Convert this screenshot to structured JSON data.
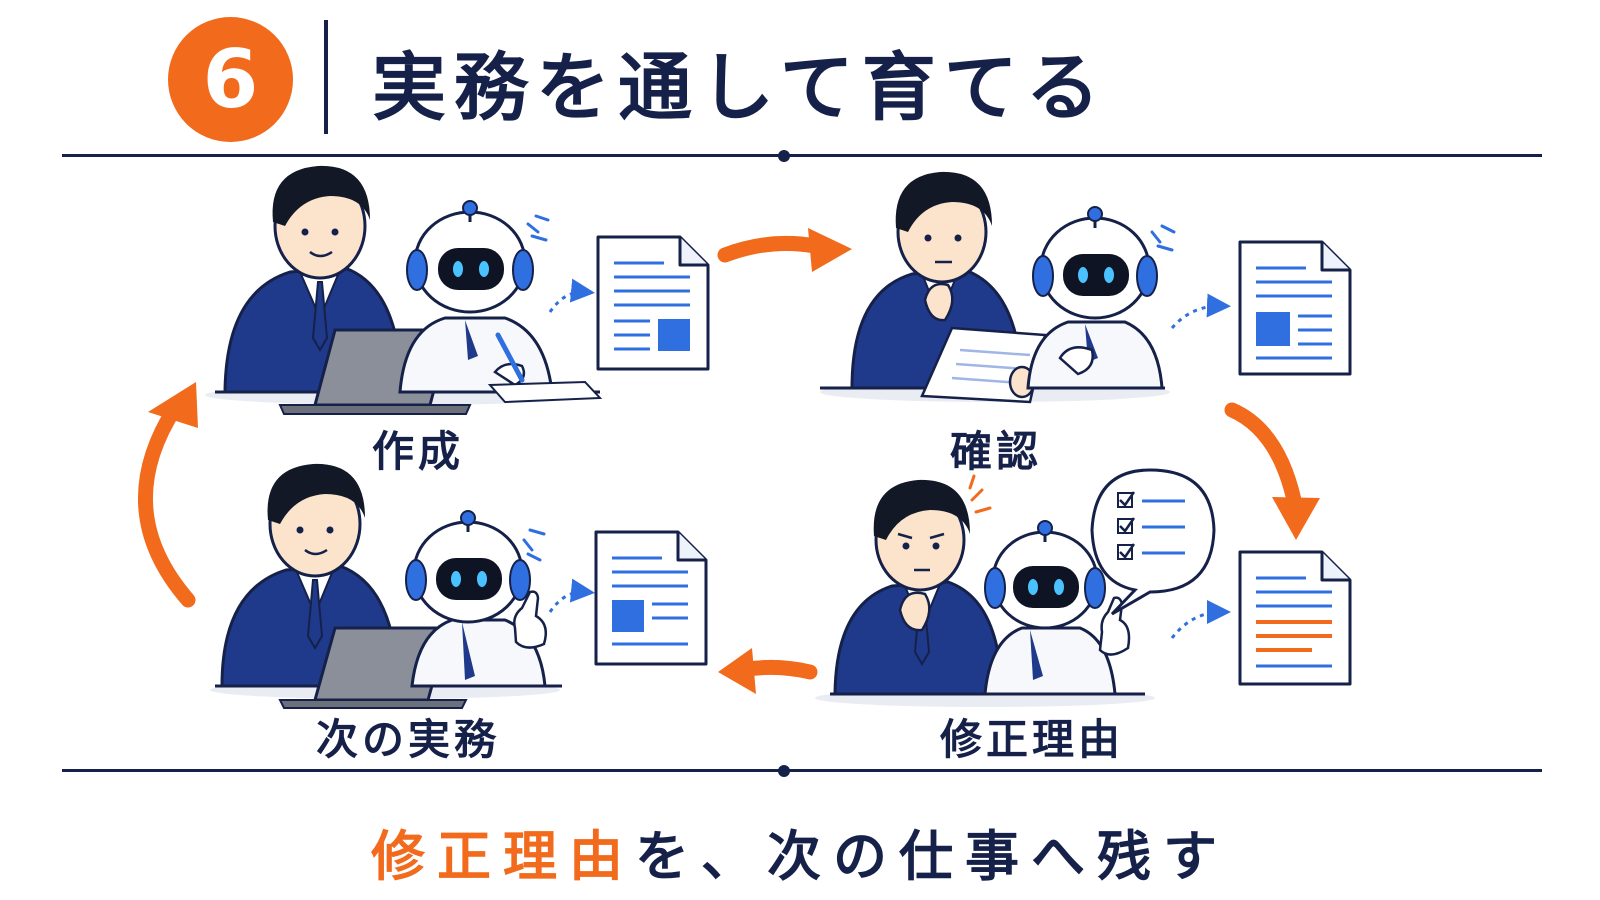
{
  "header": {
    "step_number": "6",
    "title": "実務を通して育てる"
  },
  "steps": [
    {
      "label": "作成"
    },
    {
      "label": "確認"
    },
    {
      "label": "修正理由"
    },
    {
      "label": "次の実務"
    }
  ],
  "tagline": {
    "highlight": "修正理由",
    "rest": "を、次の仕事へ残す"
  },
  "colors": {
    "accent": "#f26a1b",
    "navy": "#16214a",
    "blue": "#2f6fe0",
    "suit": "#1f3a8a"
  }
}
